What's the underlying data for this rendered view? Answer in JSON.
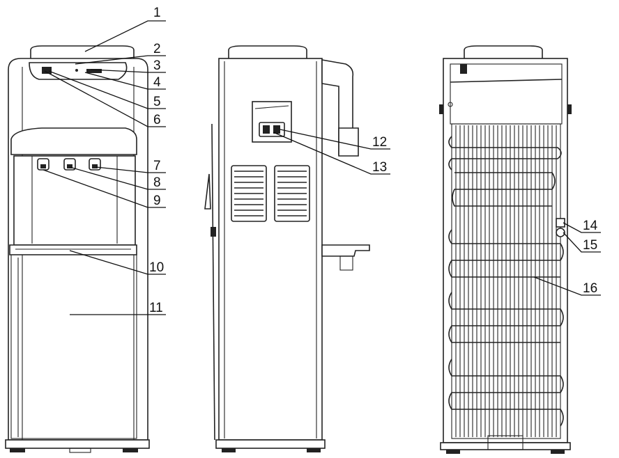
{
  "callouts": [
    {
      "label": "1"
    },
    {
      "label": "2"
    },
    {
      "label": "3"
    },
    {
      "label": "4"
    },
    {
      "label": "5"
    },
    {
      "label": "6"
    },
    {
      "label": "7"
    },
    {
      "label": "8"
    },
    {
      "label": "9"
    },
    {
      "label": "10"
    },
    {
      "label": "11"
    },
    {
      "label": "12"
    },
    {
      "label": "13"
    },
    {
      "label": "14"
    },
    {
      "label": "15"
    },
    {
      "label": "16"
    }
  ],
  "colors": {
    "line": "#222222",
    "background": "#ffffff"
  }
}
